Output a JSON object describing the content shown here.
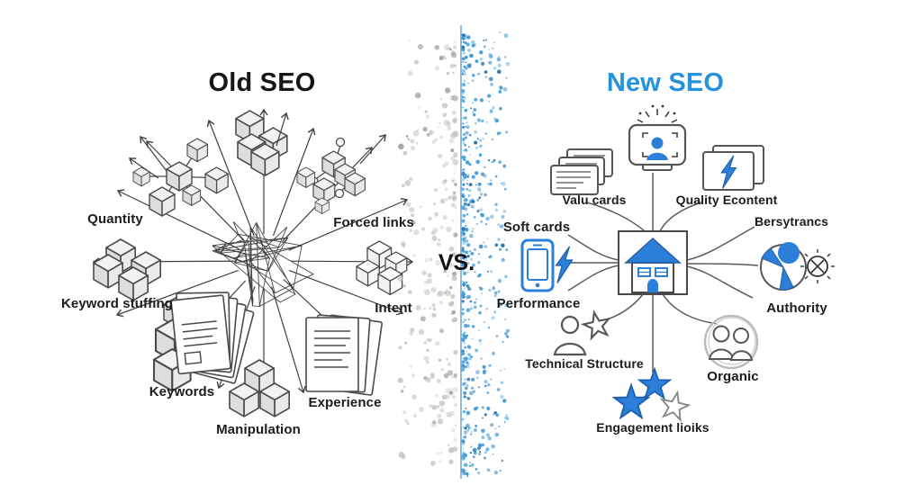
{
  "left_panel": {
    "title": "Old SEO",
    "labels": {
      "quantity": "Quantity",
      "forced_links": "Forced links",
      "keyword_stuffing": "Keyword stuffing",
      "intent": "Intent",
      "keywords": "Keywords",
      "experience": "Experience",
      "manipulation": "Manipulation"
    },
    "icons": [
      "cube-network-icon",
      "cube-stack-icon",
      "cube-molecule-icon",
      "cube-cluster-icon",
      "cube-pile-icon",
      "crate-stack-icon",
      "documents-fan-icon",
      "cube-pyramid-icon",
      "documents-stack-icon",
      "tangle-network-icon",
      "radiating-arrows-icon"
    ]
  },
  "divider": {
    "vs_label": "VS."
  },
  "right_panel": {
    "title": "New SEO",
    "labels": {
      "valu_cards": "Valu cards",
      "quality_econtent": "Quality Econtent",
      "soft_cards": "Soft cards",
      "bersytrancs": "Bersytrancs",
      "performance": "Performance",
      "authority": "Authority",
      "technical_structure": "Technical Structure",
      "organic": "Organic",
      "engagement_links": "Engagement lioiks"
    },
    "icons": [
      "user-screen-icon",
      "cards-stack-icon",
      "screens-bolt-icon",
      "phone-bolt-icon",
      "house-icon",
      "pie-sun-icon",
      "person-star-icon",
      "people-circle-icon",
      "stars-icon"
    ]
  },
  "colors": {
    "new_seo_blue": "#2492dd",
    "icon_blue": "#2b7fd8",
    "icon_blue_dark": "#1b5fae",
    "dot_gray": "#c4c4c4",
    "dot_blue": "#3f9ad8",
    "divider_line": "#6aa6cf"
  }
}
